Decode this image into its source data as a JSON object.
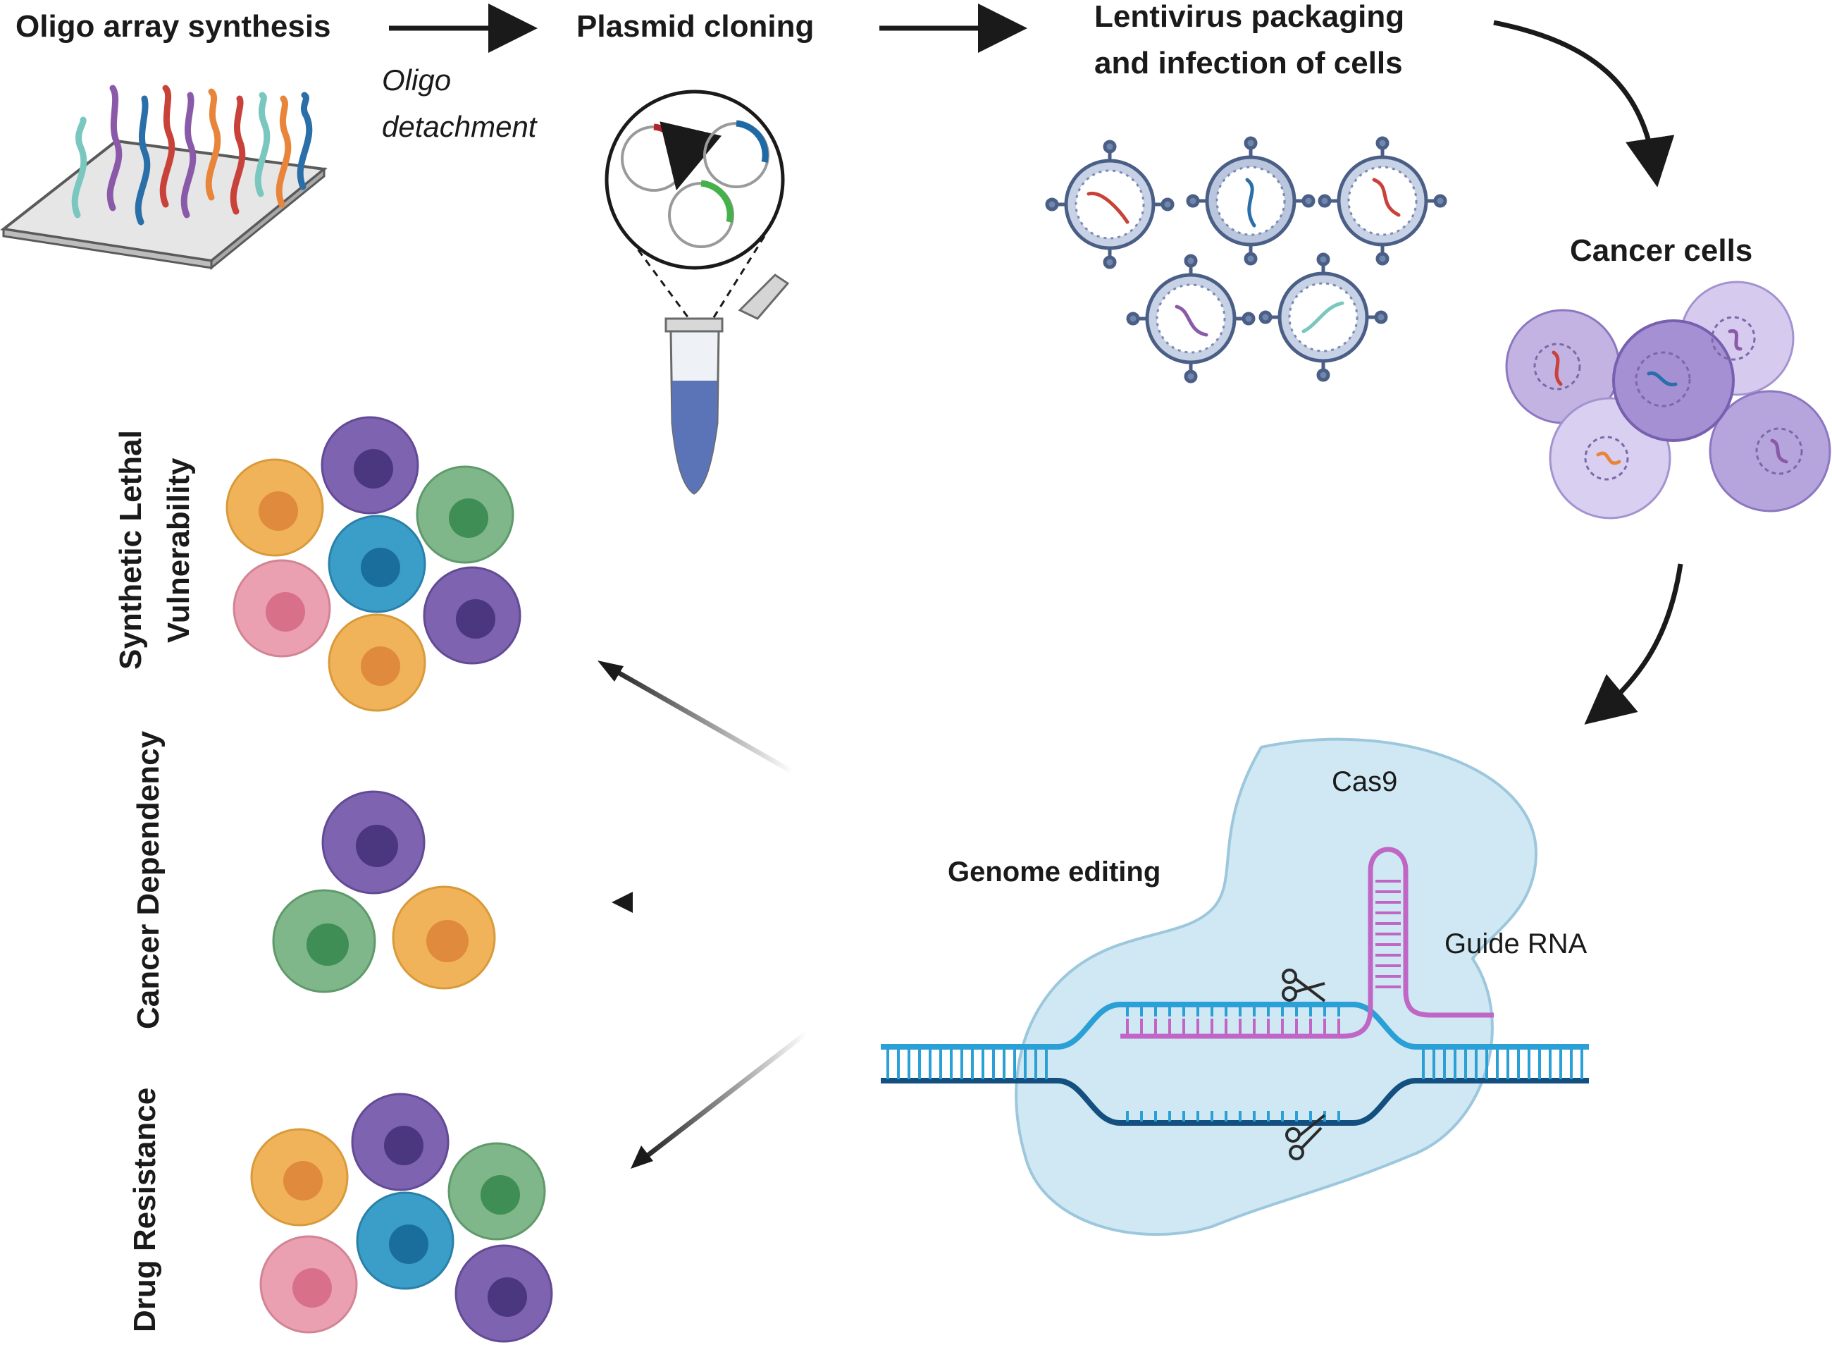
{
  "steps": {
    "oligo_array": "Oligo array synthesis",
    "oligo_detachment_line1": "Oligo",
    "oligo_detachment_line2": "detachment",
    "plasmid_cloning": "Plasmid cloning",
    "lentivirus_line1": "Lentivirus packaging",
    "lentivirus_line2": "and infection of cells",
    "cancer_cells": "Cancer cells",
    "genome_editing": "Genome editing",
    "cas9": "Cas9",
    "guide_rna": "Guide RNA"
  },
  "outcomes": {
    "synthetic_line1": "Synthetic Lethal",
    "synthetic_line2": "Vulnerability",
    "cancer_dependency": "Cancer Dependency",
    "drug_resistance": "Drug Resistance"
  },
  "colors": {
    "oligo_teal": "#7ac7c0",
    "oligo_purple": "#8a5aa8",
    "oligo_red": "#c9423a",
    "oligo_orange": "#e8853a",
    "oligo_blue": "#2a6fa8",
    "cell_orange": "#f0b35a",
    "cell_purple": "#7e63b0",
    "cell_green": "#7fb68a",
    "cell_blue": "#3a9ec9",
    "cell_pink": "#eaa0b0",
    "cas9_fill": "#cfe8f3",
    "dna_light": "#2aa0d6",
    "dna_dark": "#14507f",
    "guide_rna": "#c066c4"
  }
}
